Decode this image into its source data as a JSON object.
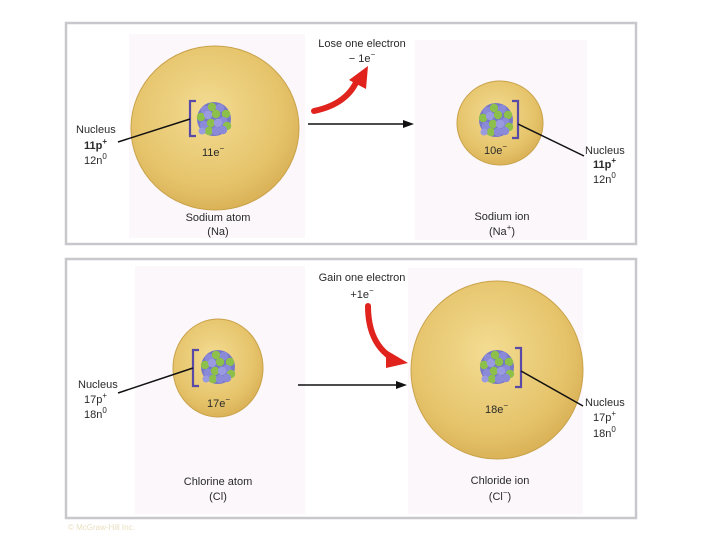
{
  "colors": {
    "panel_border": "#c8c8cc",
    "panel_bg": "#fbf7fb",
    "atom_fill": "#e5c36a",
    "atom_edge": "#c9a24a",
    "proton": "#8a8ad8",
    "neutron": "#8cc04a",
    "arrow_red": "#e0231c",
    "bracket": "#5a4aa8",
    "line": "#111111"
  },
  "icons": {
    "nucleus": "nucleus-cluster-icon",
    "arrow": "red-curved-arrow-icon"
  },
  "top_panel": {
    "process_line1": "Lose one electron",
    "process_line2": "− 1e",
    "process_sup": "−",
    "left": {
      "nucleus_label": "Nucleus",
      "protons": "11p",
      "protons_sup": "+",
      "neutrons": "12n",
      "neutrons_sup": "0",
      "electrons": "11e",
      "electrons_sup": "−",
      "name": "Sodium atom",
      "symbol": "(Na)"
    },
    "right": {
      "nucleus_label": "Nucleus",
      "protons": "11p",
      "protons_sup": "+",
      "neutrons": "12n",
      "neutrons_sup": "0",
      "electrons": "10e",
      "electrons_sup": "−",
      "name": "Sodium ion",
      "symbol": "(Na",
      "symbol_sup": "+",
      "symbol_close": ")"
    }
  },
  "bottom_panel": {
    "process_line1": "Gain one electron",
    "process_line2": "+1e",
    "process_sup": "−",
    "left": {
      "nucleus_label": "Nucleus",
      "protons": "17p",
      "protons_sup": "+",
      "neutrons": "18n",
      "neutrons_sup": "0",
      "electrons": "17e",
      "electrons_sup": "−",
      "name": "Chlorine atom",
      "symbol": "(Cl)"
    },
    "right": {
      "nucleus_label": "Nucleus",
      "protons": "17p",
      "protons_sup": "+",
      "neutrons": "18n",
      "neutrons_sup": "0",
      "electrons": "18e",
      "electrons_sup": "−",
      "name": "Chloride ion",
      "symbol": "(Cl",
      "symbol_sup": "−",
      "symbol_close": ")"
    }
  },
  "copyright": "© McGraw-Hill Inc."
}
